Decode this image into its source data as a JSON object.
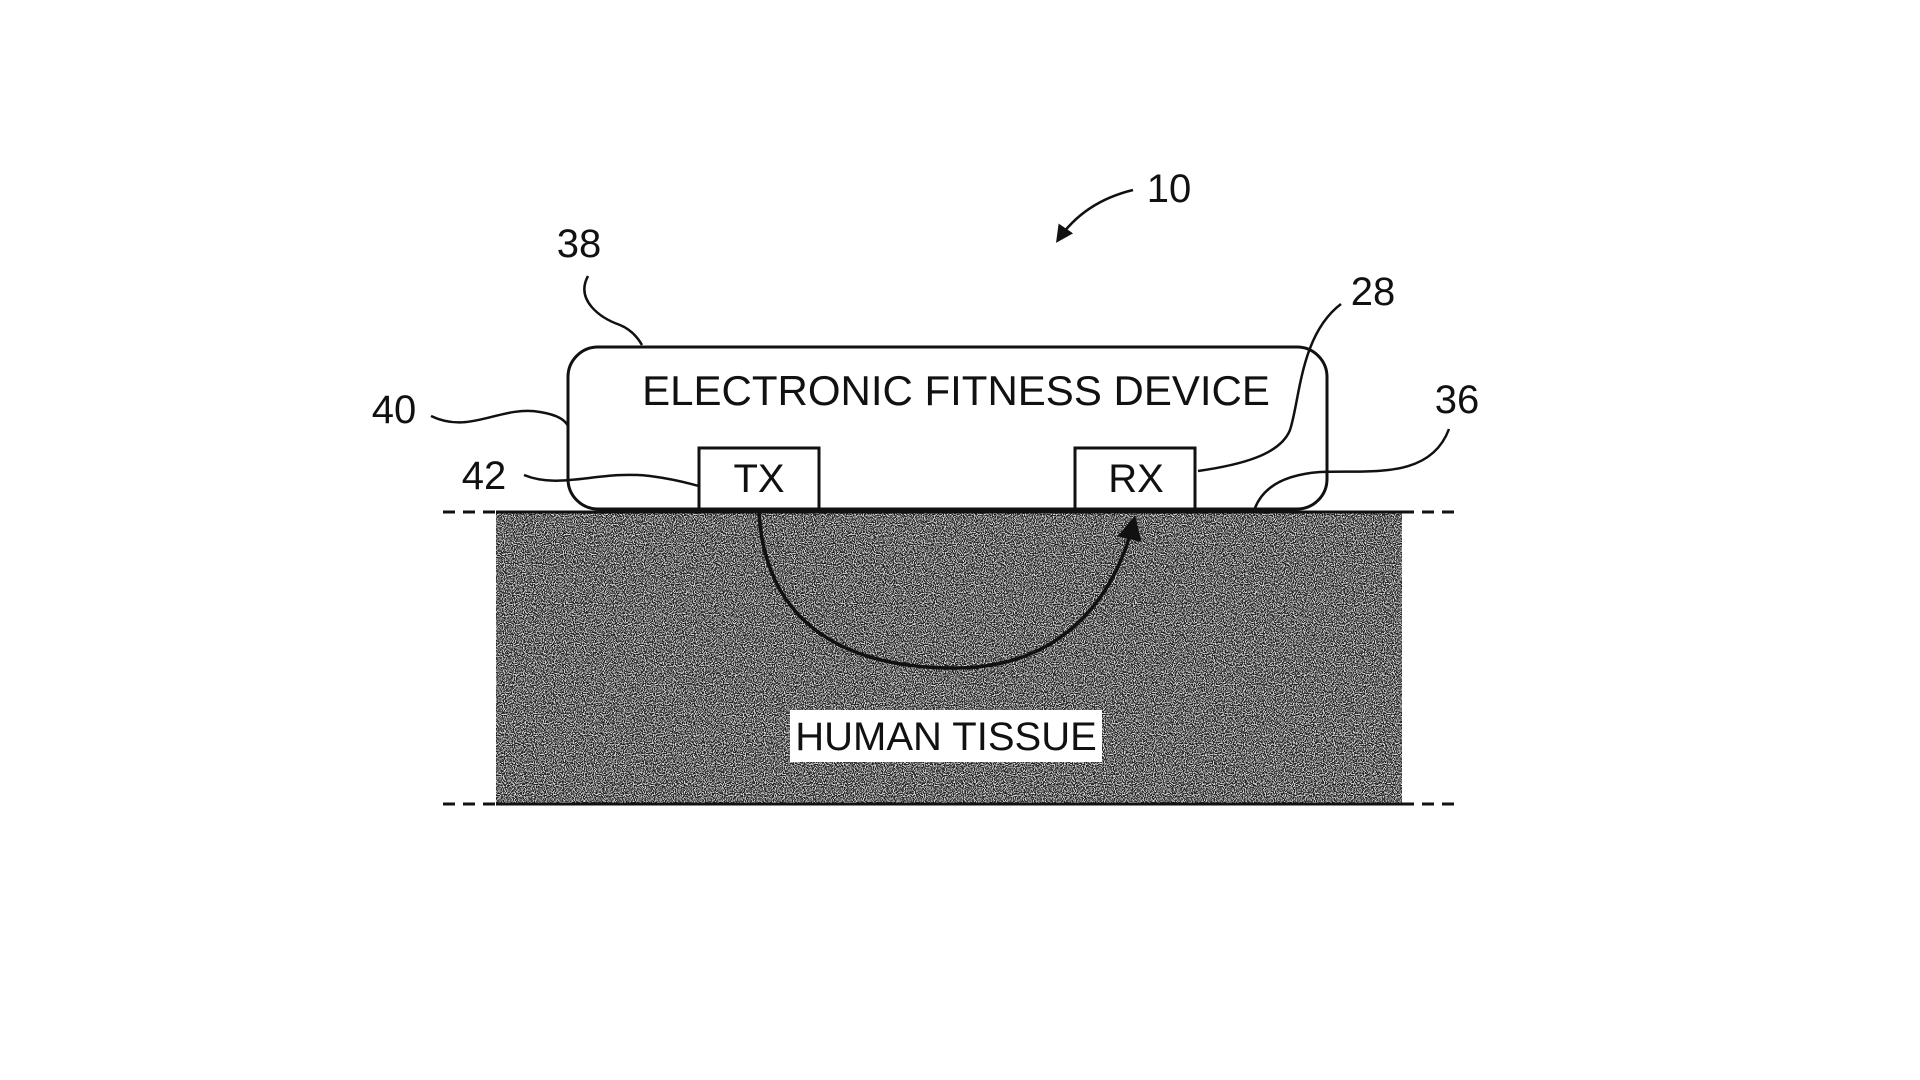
{
  "figure": {
    "reference_numerals": {
      "system": "10",
      "housing_top": "38",
      "receiver": "28",
      "bottom_surface": "36",
      "housing_side": "40",
      "transmitter_lead": "42"
    },
    "device": {
      "title": "ELECTRONIC FITNESS DEVICE"
    },
    "transmitter": {
      "label": "TX"
    },
    "receiver": {
      "label": "RX"
    },
    "tissue": {
      "label": "HUMAN TISSUE"
    },
    "colors": {
      "ink": "#111111",
      "tissue_stipple": "#8a8a8a",
      "background": "#ffffff"
    }
  }
}
